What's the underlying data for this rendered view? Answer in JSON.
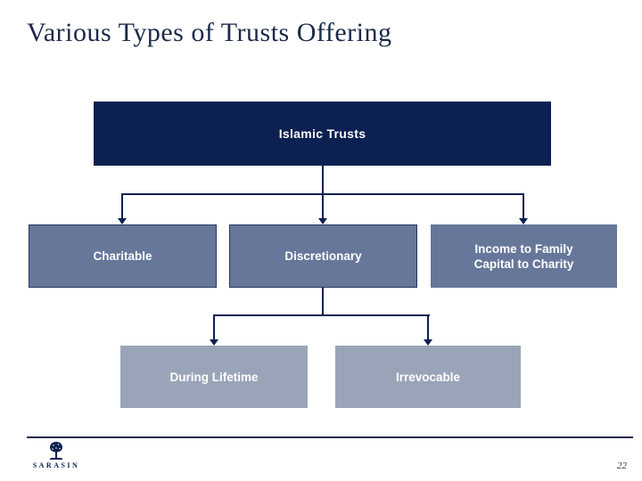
{
  "slide": {
    "title": "Various Types of Trusts Offering",
    "footer": {
      "logo_icon": "tree-icon",
      "logo_text": "SARASIN",
      "page_number": "22"
    }
  },
  "diagram": {
    "root": {
      "label": "Islamic Trusts"
    },
    "branches": [
      {
        "label": "Charitable"
      },
      {
        "label": "Discretionary"
      },
      {
        "label_line1": "Income to Family",
        "label_line2": "Capital to Charity"
      }
    ],
    "sub_branches": [
      {
        "label": "During Lifetime"
      },
      {
        "label": "Irrevocable"
      }
    ]
  },
  "colors": {
    "root_box": "#0c2051",
    "branch_box": "#66779a",
    "sub_box": "#9aa4b8",
    "connector": "#0c2051",
    "title_text": "#1b2a4a",
    "box_text": "#ffffff",
    "background": "#ffffff"
  }
}
